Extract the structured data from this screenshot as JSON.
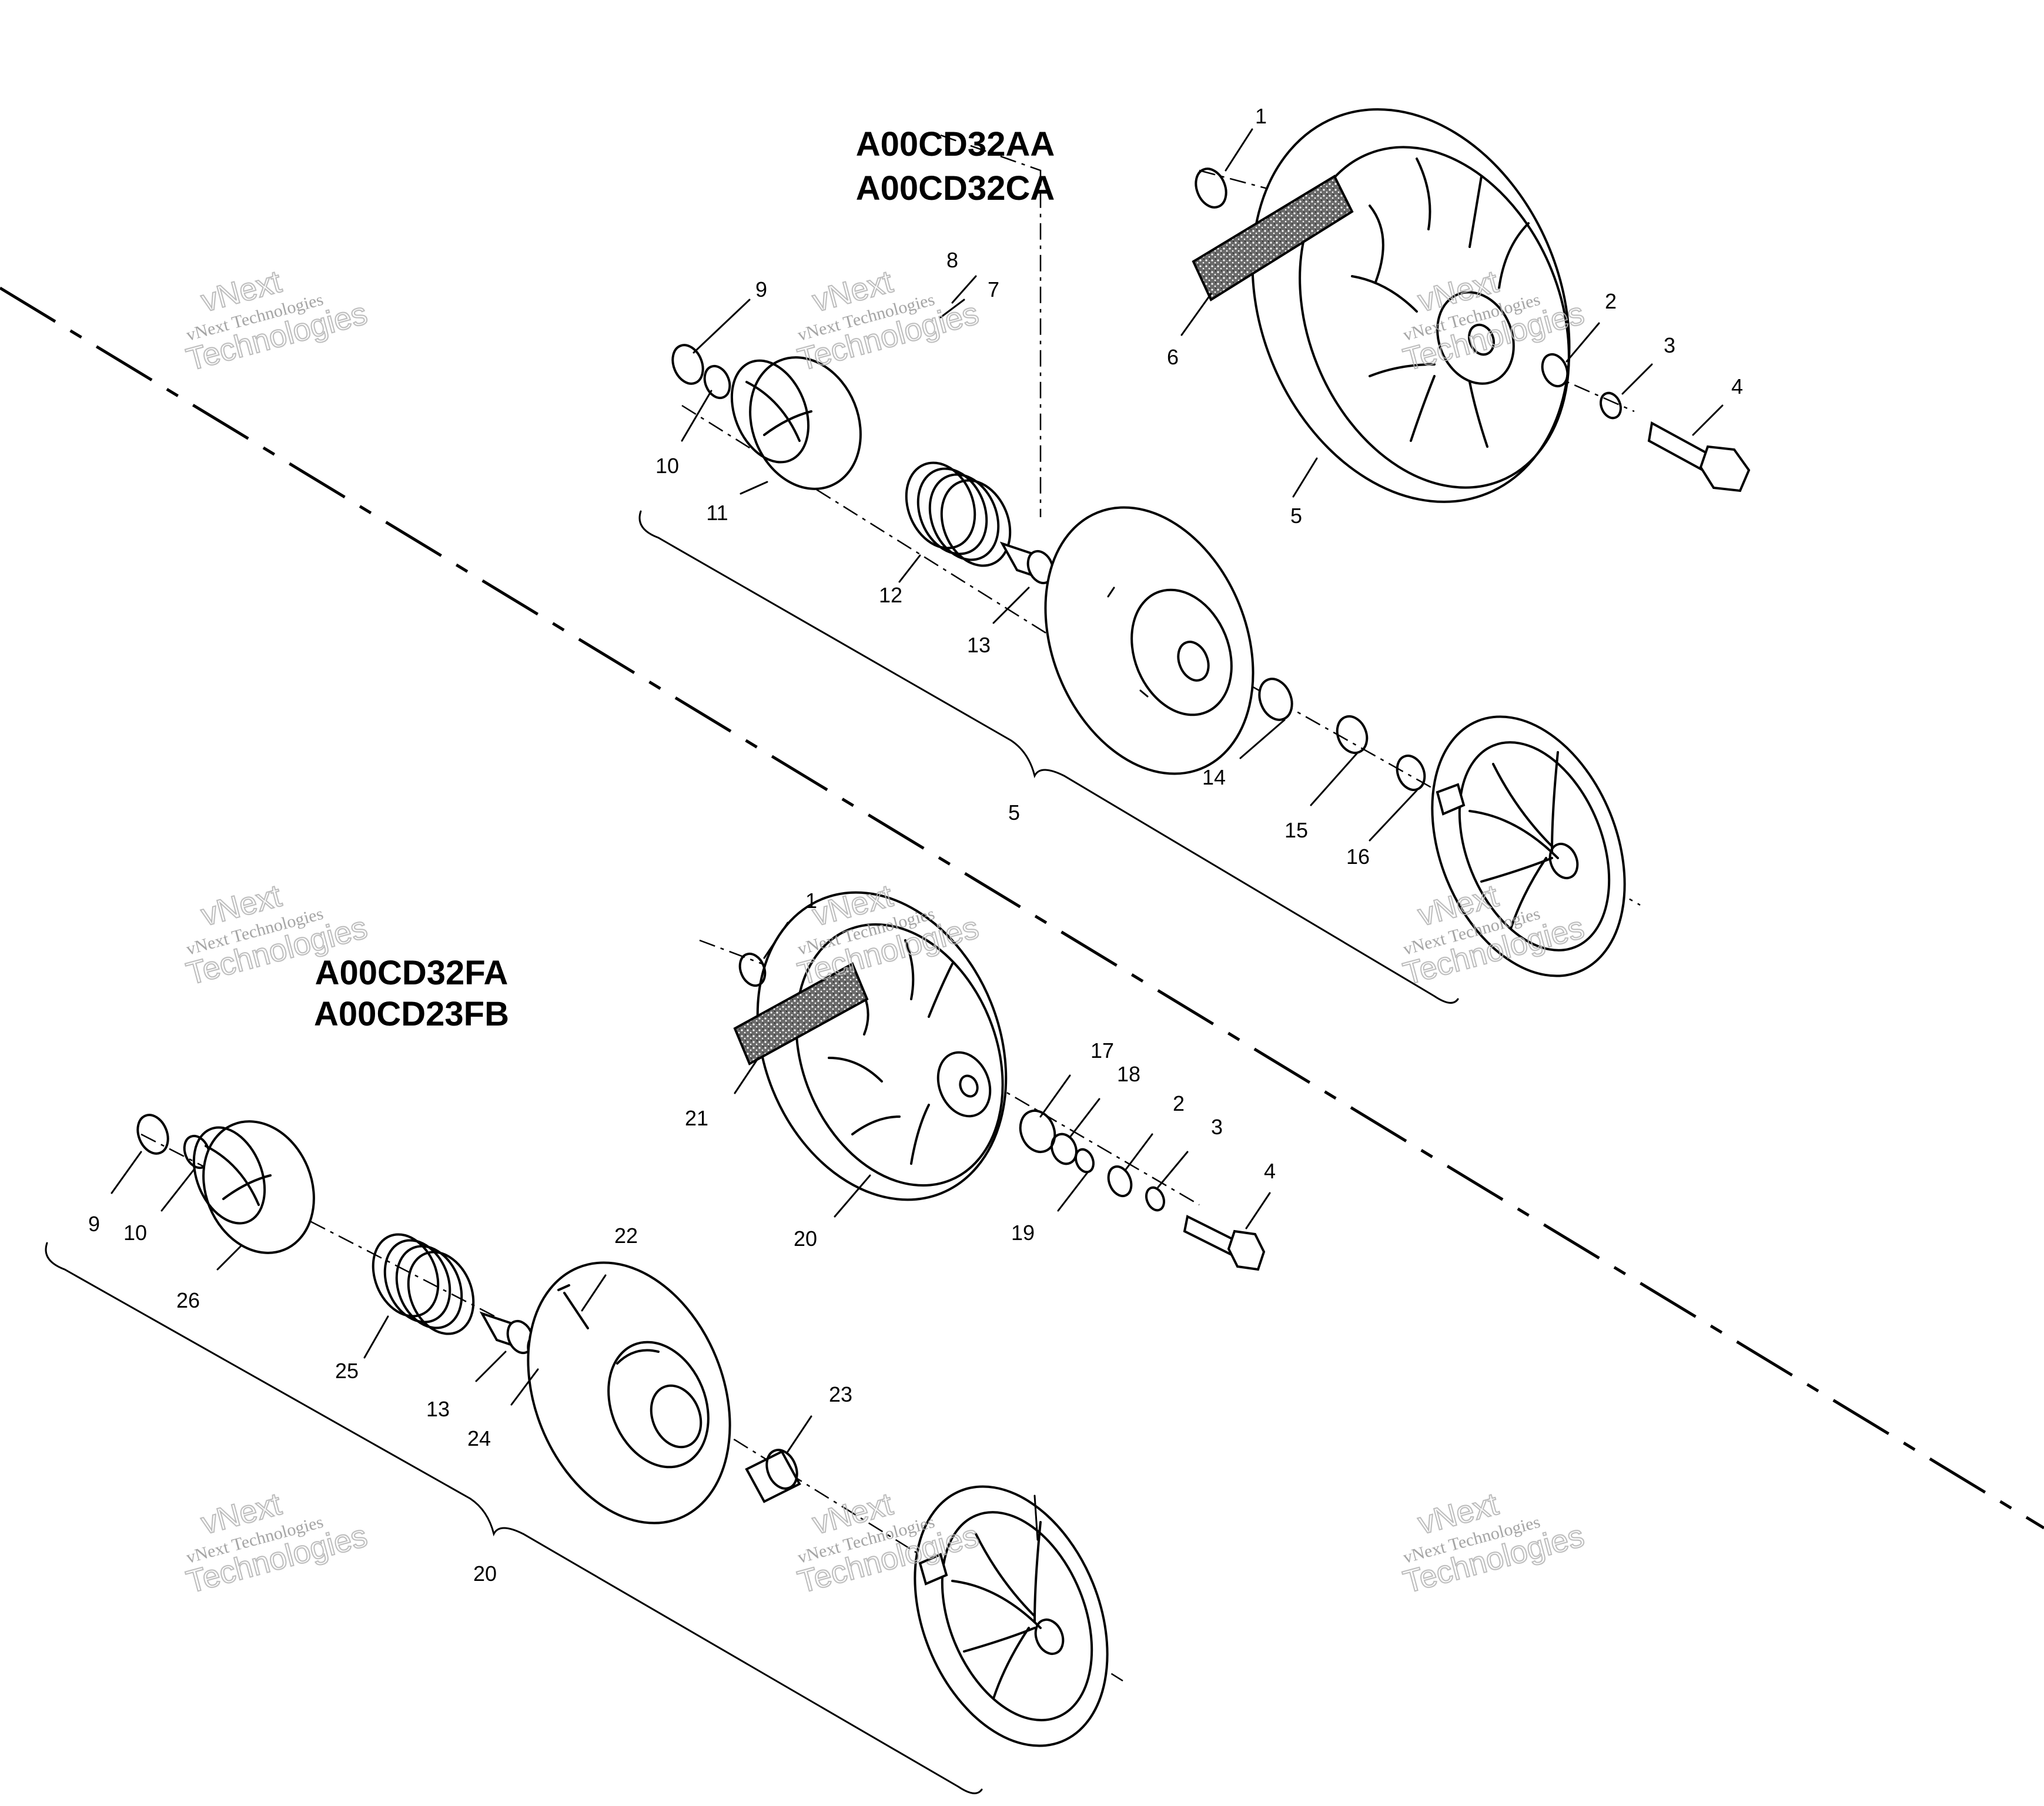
{
  "models": {
    "upper": [
      "A00CD32AA",
      "A00CD32CA"
    ],
    "lower": [
      "A00CD32FA",
      "A00CD23FB"
    ]
  },
  "callouts": {
    "upper": [
      "1",
      "2",
      "3",
      "4",
      "5",
      "6",
      "7",
      "8",
      "9",
      "10",
      "11",
      "12",
      "13",
      "14",
      "15",
      "16",
      "5"
    ],
    "lower": [
      "1",
      "2",
      "3",
      "4",
      "9",
      "10",
      "13",
      "17",
      "18",
      "19",
      "20",
      "21",
      "22",
      "23",
      "24",
      "25",
      "26",
      "20"
    ]
  },
  "watermark": {
    "line1": "vNext",
    "line2": "Technologies",
    "line3": "vNext Technologies"
  }
}
